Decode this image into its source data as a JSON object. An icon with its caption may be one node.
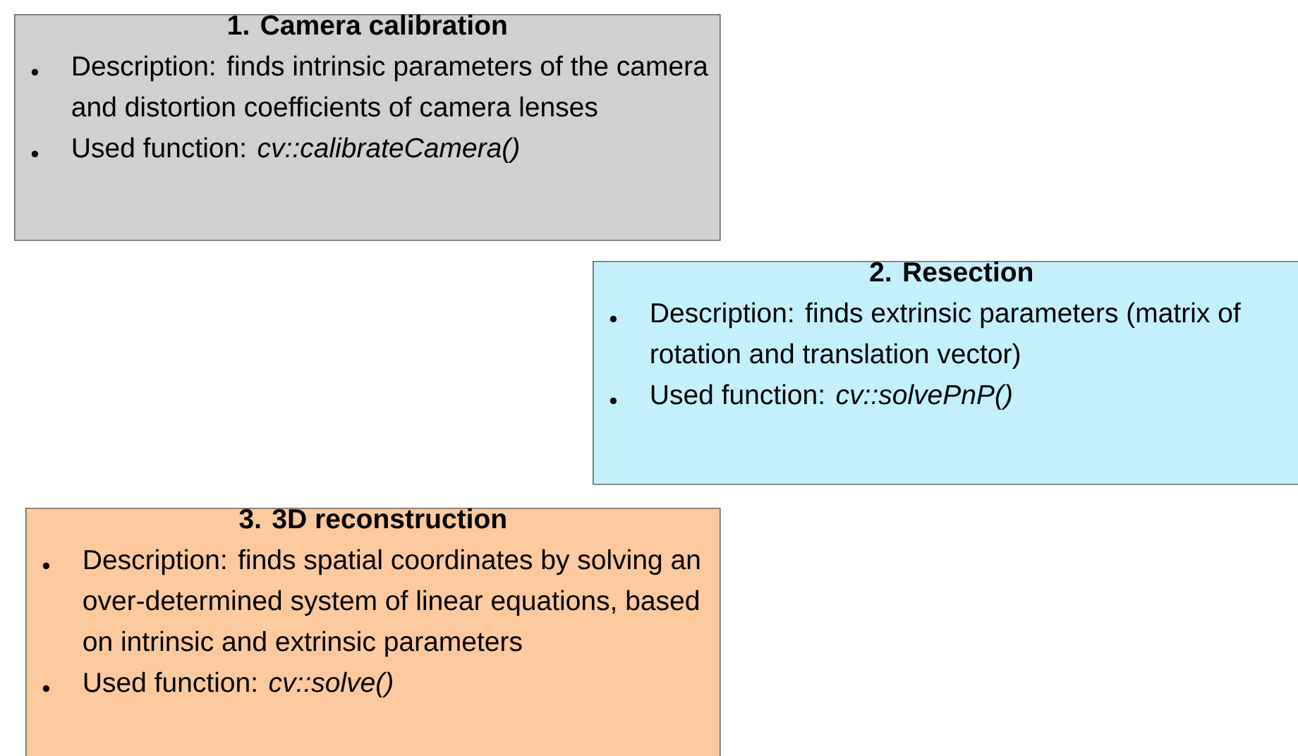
{
  "diagram": {
    "nodes": [
      {
        "text": [
          "1. Camera calibration",
          "Description: finds intrinsic parameters of the camera and distortion coefficients of camera lenses",
          "Used function: *cv::calibrateCamera()*"
        ]
      },
      {
        "text": [
          "2. Resection",
          "Description: finds extrinsic parameters (matrix of rotation and translation vector)",
          "Used function: *cv::solvePnP()*"
        ]
      },
      {
        "text": [
          "3. 3D reconstruction",
          "Description: finds spatial coordinates by solving an over-determined system of linear equations, based on intrinsic and extrinsic parameters",
          "Used function: *cv::solve()*"
        ]
      }
    ]
  }
}
